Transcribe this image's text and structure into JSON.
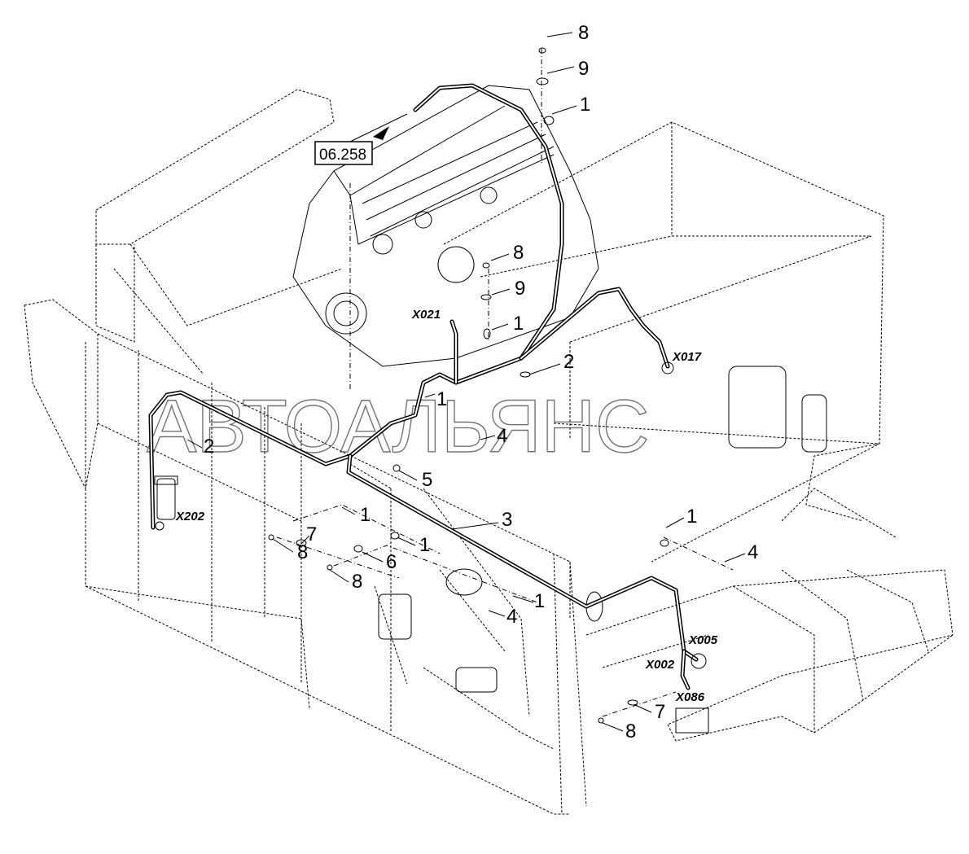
{
  "reference_box": "06.258",
  "watermark": "АВТОАЛЬЯНС",
  "connectors": [
    "X021",
    "X017",
    "X202",
    "X005",
    "X002",
    "X086"
  ],
  "callouts": [
    "8",
    "9",
    "1",
    "8",
    "9",
    "1",
    "2",
    "1",
    "2",
    "4",
    "5",
    "3",
    "1",
    "7",
    "8",
    "1",
    "6",
    "8",
    "1",
    "4",
    "1",
    "4",
    "7",
    "8"
  ]
}
